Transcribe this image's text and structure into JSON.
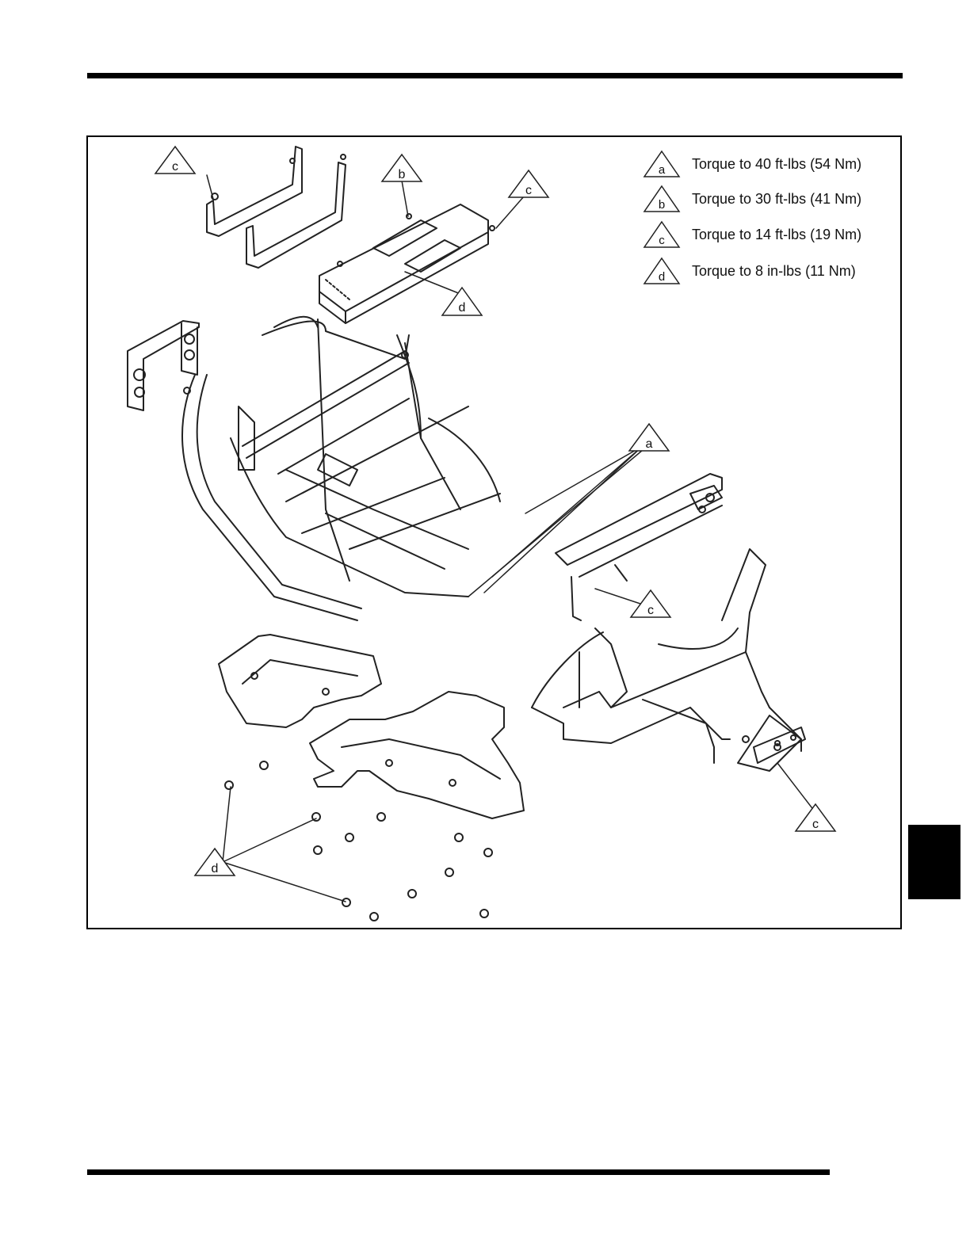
{
  "figure": {
    "legend": [
      {
        "letter": "a",
        "text": "Torque to 40 ft-lbs (54 Nm)"
      },
      {
        "letter": "b",
        "text": "Torque to 30 ft-lbs (41 Nm)"
      },
      {
        "letter": "c",
        "text": "Torque to 14 ft-lbs (19 Nm)"
      },
      {
        "letter": "d",
        "text": "Torque to 8 in-lbs (11 Nm)"
      }
    ],
    "callouts": {
      "c_top_left": "c",
      "b_top": "b",
      "c_top_right": "c",
      "d_crossmember": "d",
      "a_frame": "a",
      "c_rear_bracket": "c",
      "c_rear_right": "c",
      "d_skid_plate": "d"
    }
  }
}
